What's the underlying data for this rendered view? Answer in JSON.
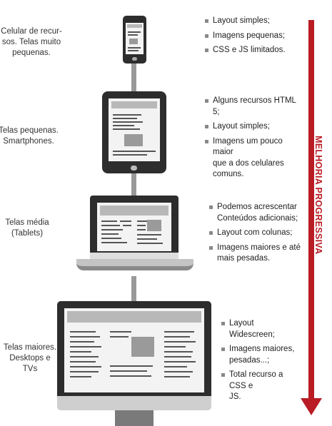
{
  "levels": [
    {
      "label": "Celular de recur-\nsos. Telas muito\npequenas.",
      "bullets": [
        "Layout simples;",
        "Imagens pequenas;",
        "CSS e JS limitados."
      ]
    },
    {
      "label": "Telas pequenas.\nSmartphones.",
      "bullets": [
        "Alguns recursos HTML 5;",
        "Layout simples;",
        "Imagens um pouco maior\nque a dos celulares\ncomuns."
      ]
    },
    {
      "label": "Telas média\n(Tablets)",
      "bullets": [
        "Podemos acrescentar\nConteúdos adicionais;",
        "Layout com colunas;",
        "Imagens maiores e até\nmais pesadas."
      ]
    },
    {
      "label": "Telas maiores.\nDesktops e\nTVs",
      "bullets": [
        "Layout Widescreen;",
        "Imagens maiores,\npesadas...;",
        "Total recurso a CSS e\nJS."
      ]
    }
  ],
  "arrow": {
    "label": "MELHORIA PROGRESSIVA",
    "color": "#b91c24"
  }
}
